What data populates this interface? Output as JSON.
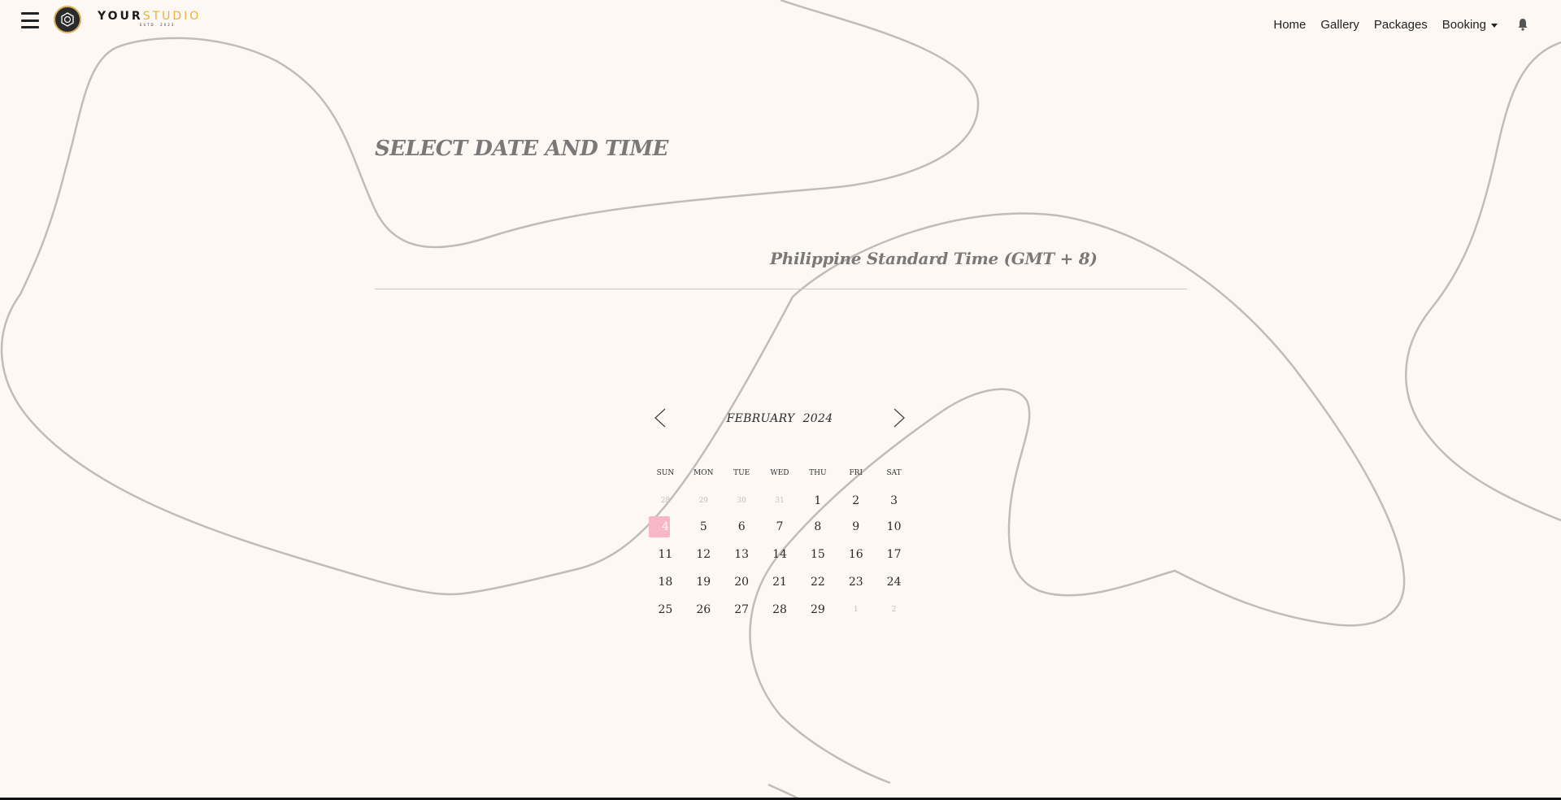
{
  "brand": {
    "name_part1": "YOUR",
    "name_part2": "STUDIO",
    "tagline": "ESTD. 2023"
  },
  "nav": {
    "items": [
      {
        "label": "Home"
      },
      {
        "label": "Gallery"
      },
      {
        "label": "Packages"
      },
      {
        "label": "Booking"
      }
    ]
  },
  "page": {
    "title": "SELECT DATE AND TIME",
    "timezone": "Philippine Standard Time (GMT + 8)"
  },
  "calendar": {
    "month": "FEBRUARY",
    "year": "2024",
    "weekdays": [
      "SUN",
      "MON",
      "TUE",
      "WED",
      "THU",
      "FRI",
      "SAT"
    ],
    "weeks": [
      [
        {
          "d": "28",
          "m": true
        },
        {
          "d": "29",
          "m": true
        },
        {
          "d": "30",
          "m": true
        },
        {
          "d": "31",
          "m": true
        },
        {
          "d": "1"
        },
        {
          "d": "2"
        },
        {
          "d": "3"
        }
      ],
      [
        {
          "d": "4",
          "s": true
        },
        {
          "d": "5"
        },
        {
          "d": "6"
        },
        {
          "d": "7"
        },
        {
          "d": "8"
        },
        {
          "d": "9"
        },
        {
          "d": "10"
        }
      ],
      [
        {
          "d": "11"
        },
        {
          "d": "12"
        },
        {
          "d": "13"
        },
        {
          "d": "14"
        },
        {
          "d": "15"
        },
        {
          "d": "16"
        },
        {
          "d": "17"
        }
      ],
      [
        {
          "d": "18"
        },
        {
          "d": "19"
        },
        {
          "d": "20"
        },
        {
          "d": "21"
        },
        {
          "d": "22"
        },
        {
          "d": "23"
        },
        {
          "d": "24"
        }
      ],
      [
        {
          "d": "25"
        },
        {
          "d": "26"
        },
        {
          "d": "27"
        },
        {
          "d": "28"
        },
        {
          "d": "29"
        },
        {
          "d": "1",
          "m": true
        },
        {
          "d": "2",
          "m": true
        }
      ]
    ],
    "selected_day": "4",
    "selected_color": "#f8b7c6"
  },
  "colors": {
    "background": "#fdf8f3",
    "heading": "#7a7878",
    "accent_gold": "#e6b43a"
  }
}
